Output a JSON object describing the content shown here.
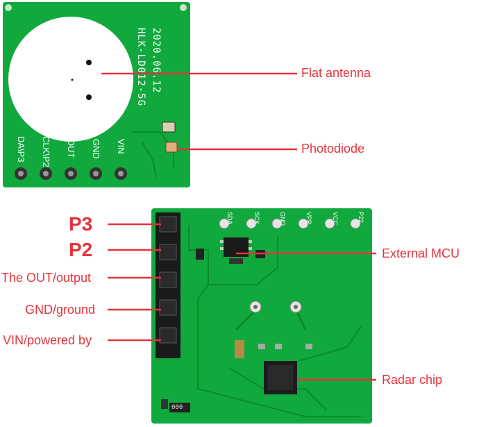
{
  "module": {
    "silk_model": "HLK-LD012-5G",
    "silk_date": "2020.06.12",
    "top_pins": [
      "VIN",
      "GND",
      "OUT",
      "CLK\\P2",
      "DA\\P3"
    ],
    "bottom_pins": [
      "P22",
      "VCC",
      "VPP",
      "GND",
      "SCK",
      "SDA"
    ],
    "resistor_code": "000"
  },
  "callouts": {
    "flat_antenna": "Flat antenna",
    "photodiode": "Photodiode",
    "p3": "P3",
    "p2": "P2",
    "out": "The OUT/output",
    "gnd": "GND/ground",
    "vin": "VIN/powered by",
    "external_mcu": "External MCU",
    "radar_chip": "Radar chip"
  },
  "colors": {
    "pcb": "#11a93d",
    "pcb_dark": "#0a8a30",
    "callout": "#e8323a"
  }
}
